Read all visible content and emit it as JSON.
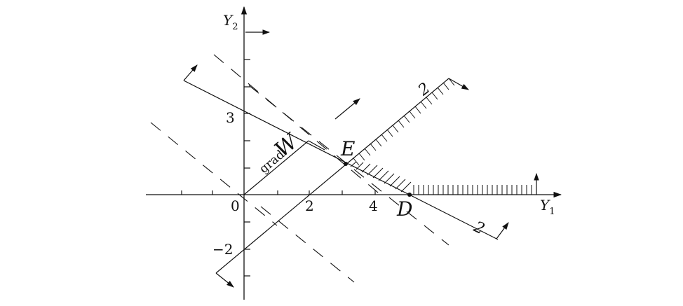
{
  "axes": {
    "y2": {
      "letter": "Y",
      "subscript": "2"
    },
    "y1": {
      "letter": "Y",
      "subscript": "1"
    }
  },
  "ticks": {
    "origin": "0",
    "x_2": "2",
    "x_4": "4",
    "y_3": "3",
    "y_neg2": "−2"
  },
  "points": {
    "E": "E",
    "D": "D"
  },
  "gradient": {
    "prefix": "grad",
    "letter": "W"
  },
  "constraint_labels": {
    "upper": "2",
    "lower": "2"
  },
  "colors": {
    "ink": "#111111",
    "background": "#ffffff"
  }
}
